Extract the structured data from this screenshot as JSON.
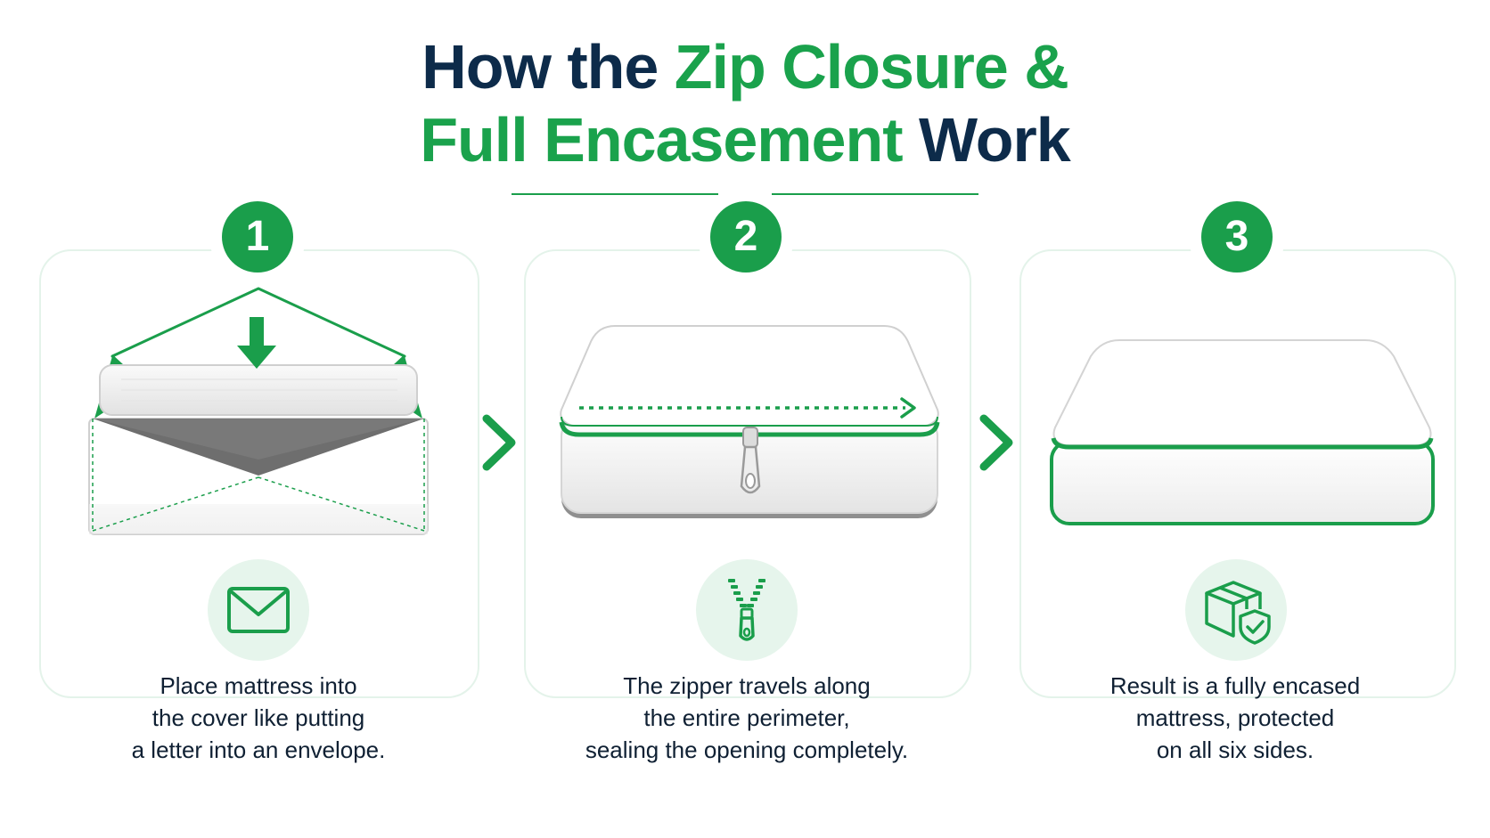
{
  "title": {
    "line1_part1": "How the ",
    "line1_part2": "Zip Closure &",
    "line2_part1": "Full Encasement",
    "line2_part2": " Work"
  },
  "colors": {
    "brand_green": "#1a9e4b",
    "navy": "#0d2b4a",
    "light_green_bg": "#e6f5ec"
  },
  "steps": [
    {
      "number": "1",
      "icon": "envelope-icon",
      "description": [
        "Place mattress into",
        "the cover like putting",
        "a letter into an envelope."
      ]
    },
    {
      "number": "2",
      "icon": "zipper-icon",
      "description": [
        "The zipper travels along",
        "the entire perimeter,",
        "sealing the opening completely."
      ]
    },
    {
      "number": "3",
      "icon": "box-shield-icon",
      "description": [
        "Result is a fully encased",
        "mattress, protected",
        "on all six sides."
      ]
    }
  ]
}
